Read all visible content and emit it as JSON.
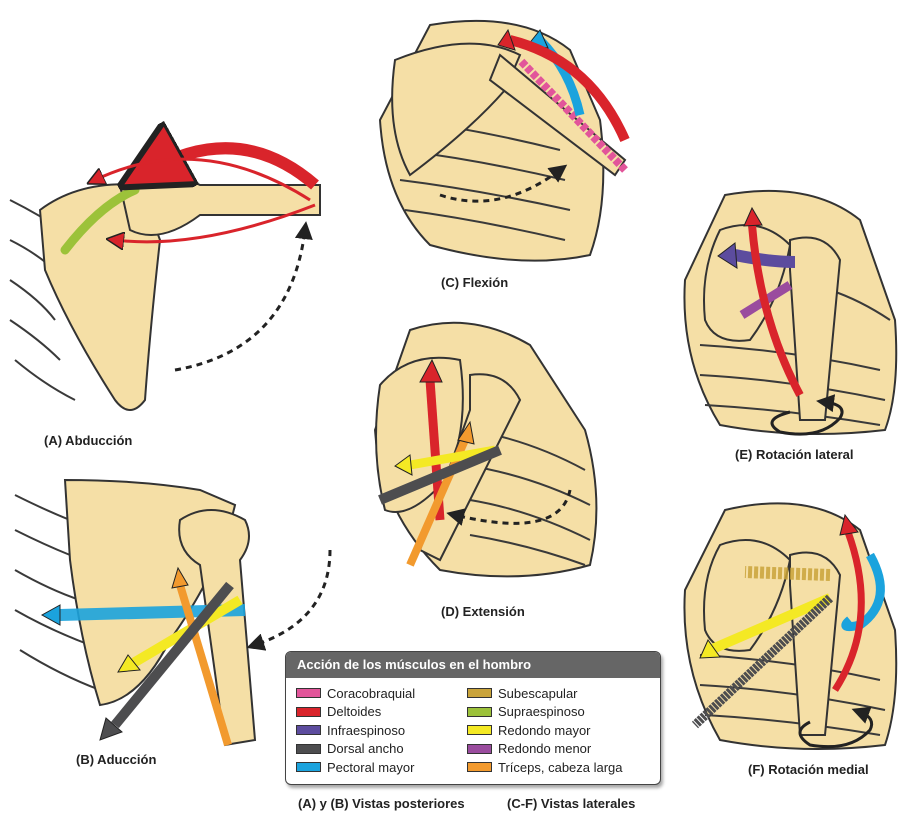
{
  "panels": [
    {
      "key": "A",
      "caption": "(A) Abducción"
    },
    {
      "key": "B",
      "caption": "(B) Aducción"
    },
    {
      "key": "C",
      "caption": "(C) Flexión"
    },
    {
      "key": "D",
      "caption": "(D) Extensión"
    },
    {
      "key": "E",
      "caption": "(E) Rotación lateral"
    },
    {
      "key": "F",
      "caption": "(F) Rotación medial"
    }
  ],
  "legend": {
    "title": "Acción de los músculos en el hombro",
    "items": [
      {
        "label": "Coracobraquial",
        "color": "#e2559a"
      },
      {
        "label": "Deltoides",
        "color": "#d9242b"
      },
      {
        "label": "Infraespinoso",
        "color": "#5c4c9e"
      },
      {
        "label": "Dorsal ancho",
        "color": "#4d4d4f"
      },
      {
        "label": "Pectoral mayor",
        "color": "#1ba3dd"
      },
      {
        "label": "Subescapular",
        "color": "#c9a33a"
      },
      {
        "label": "Supraespinoso",
        "color": "#9cc23a"
      },
      {
        "label": "Redondo mayor",
        "color": "#f4e924"
      },
      {
        "label": "Redondo menor",
        "color": "#9a4c9e"
      },
      {
        "label": "Tríceps, cabeza larga",
        "color": "#f29a2e"
      }
    ]
  },
  "footer": {
    "left": "(A) y (B) Vistas posteriores",
    "right": "(C-F) Vistas laterales"
  }
}
